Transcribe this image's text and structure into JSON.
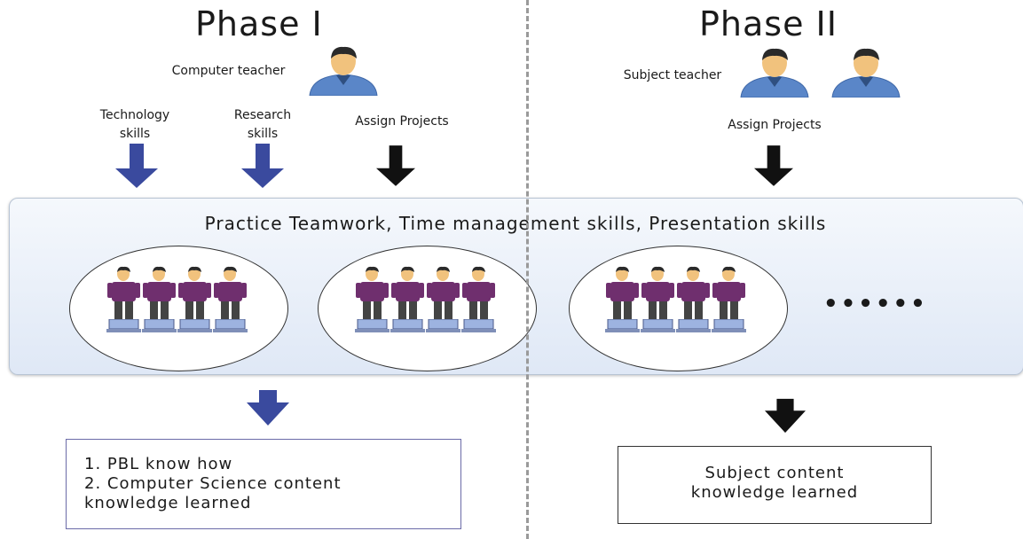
{
  "phase1": {
    "title": "Phase I",
    "role_label": "Computer teacher",
    "inputs": [
      {
        "label_line1": "Technology",
        "label_line2": "skills",
        "arrow_color": "blue"
      },
      {
        "label_line1": "Research",
        "label_line2": "skills",
        "arrow_color": "blue"
      },
      {
        "label_line1": "Assign Projects",
        "label_line2": "",
        "arrow_color": "black"
      }
    ],
    "outcome_lines": [
      "1. PBL know how",
      "2. Computer Science content",
      "knowledge learned"
    ]
  },
  "phase2": {
    "title": "Phase II",
    "role_label": "Subject teacher",
    "input_label": "Assign Projects",
    "outcome_lines": [
      "Subject content",
      "knowledge learned"
    ]
  },
  "band": {
    "caption": "Practice Teamwork, Time management skills, Presentation skills",
    "group_count": 3,
    "students_per_group": 4,
    "ellipsis": "••••••"
  },
  "colors": {
    "blue_arrow": "#3a4a9e",
    "black_arrow": "#111111",
    "band_top": "#f5f8fc",
    "band_bottom": "#dfe8f6",
    "student_shirt": "#6f2f6e",
    "student_pants": "#444444",
    "laptop": "#9db3e0",
    "teacher_shirt": "#5a86c8",
    "hair": "#2a2a2a",
    "skin": "#f1c27d"
  },
  "icons": [
    "teacher-icon",
    "student-icon",
    "laptop-icon",
    "down-arrow-icon"
  ]
}
